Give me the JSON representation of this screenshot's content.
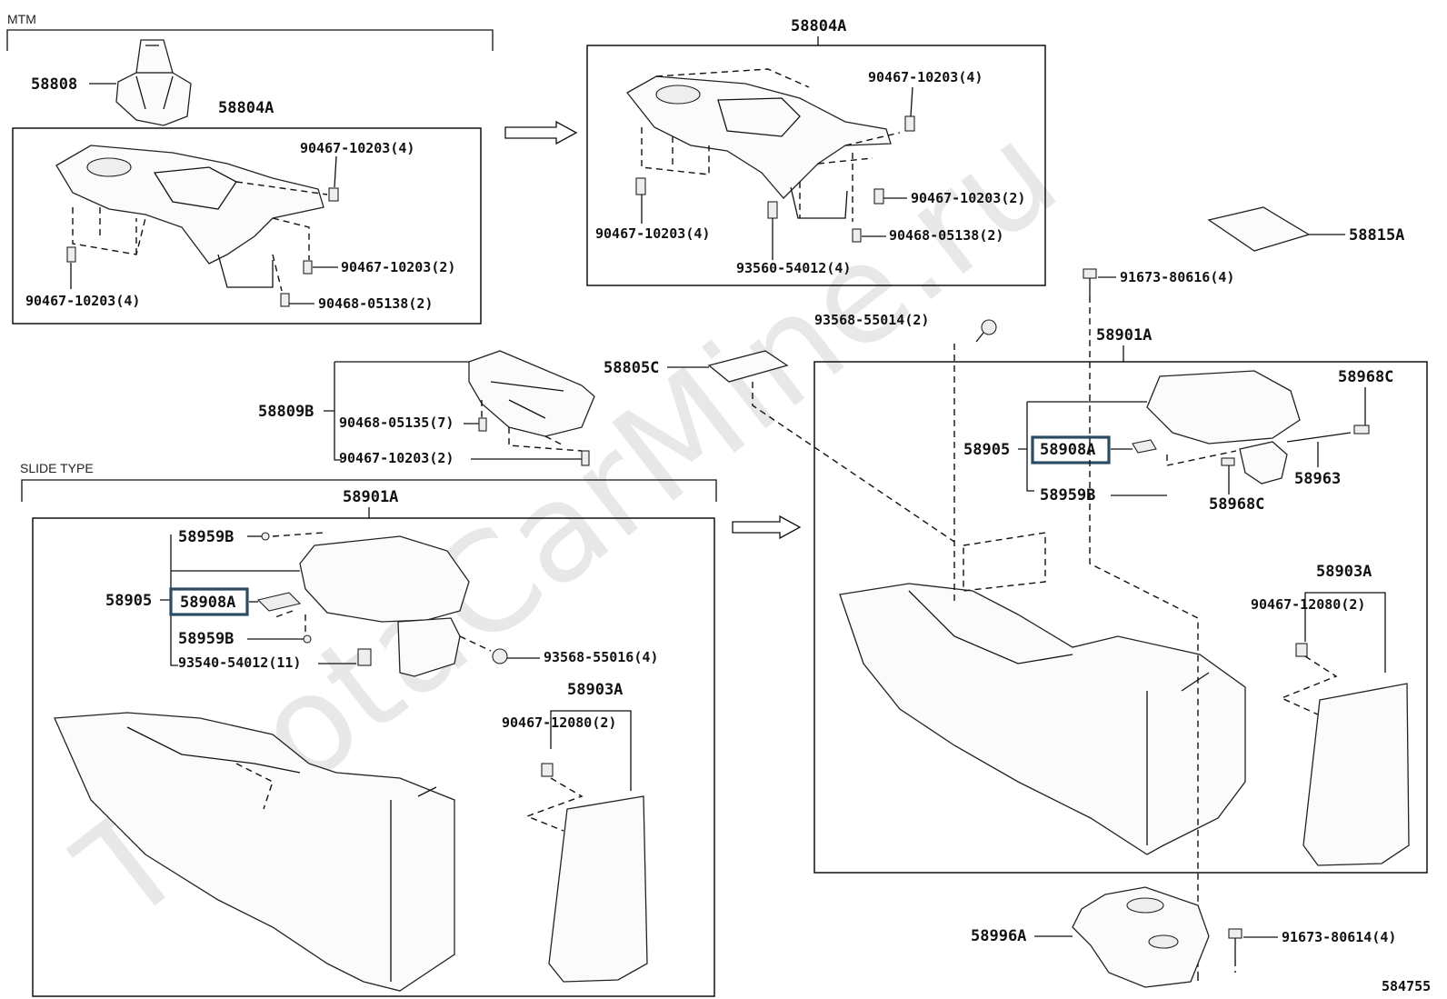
{
  "sections": {
    "mtm": "MTM",
    "slide_type": "SLIDE TYPE"
  },
  "watermark": "ToyotaCarMine.ru",
  "diagram_id": "584755",
  "labels": {
    "p58808": "58808",
    "p58804A_l": "58804A",
    "p58804A_r": "58804A",
    "p90467_10203_4_a": "90467-10203(4)",
    "p90467_10203_4_b": "90467-10203(4)",
    "p90467_10203_2_a": "90467-10203(2)",
    "p90468_05138_2_a": "90468-05138(2)",
    "p90467_10203_4_c": "90467-10203(4)",
    "p90467_10203_4_d": "90467-10203(4)",
    "p90467_10203_2_b": "90467-10203(2)",
    "p90468_05138_2_b": "90468-05138(2)",
    "p93560_54012_4": "93560-54012(4)",
    "p58815A": "58815A",
    "p91673_80616_4": "91673-80616(4)",
    "p93568_55014_2": "93568-55014(2)",
    "p58901A_r": "58901A",
    "p58805C": "58805C",
    "p58809B": "58809B",
    "p90468_05135_7": "90468-05135(7)",
    "p90467_10203_2_c": "90467-10203(2)",
    "p58968C_top": "58968C",
    "p58905_r": "58905",
    "p58908A_r": "58908A",
    "p58959B_r": "58959B",
    "p58968C_bot": "58968C",
    "p58963": "58963",
    "p58901A_l": "58901A",
    "p58959B_l_top": "58959B",
    "p58905_l": "58905",
    "p58908A_l": "58908A",
    "p58959B_l_bot": "58959B",
    "p93540_54012_11": "93540-54012(11)",
    "p93568_55016_4": "93568-55016(4)",
    "p58903A_l": "58903A",
    "p90467_12080_2_l": "90467-12080(2)",
    "p58903A_r": "58903A",
    "p90467_12080_2_r": "90467-12080(2)",
    "p58996A": "58996A",
    "p91673_80614_4": "91673-80614(4)"
  }
}
